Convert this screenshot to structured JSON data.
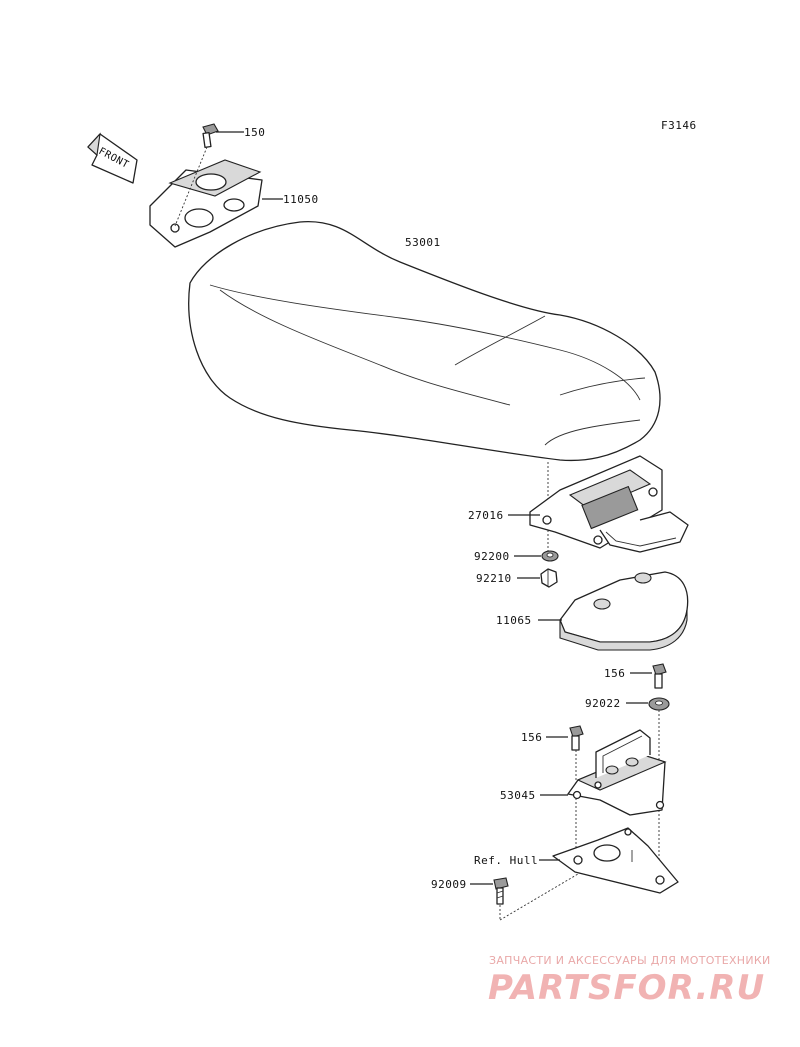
{
  "figure_code": "F3146",
  "front_label": "FRONT",
  "parts": [
    {
      "id": "150"
    },
    {
      "id": "11050"
    },
    {
      "id": "53001"
    },
    {
      "id": "27016"
    },
    {
      "id": "92200"
    },
    {
      "id": "92210"
    },
    {
      "id": "11065"
    },
    {
      "id": "156",
      "instance": "upper"
    },
    {
      "id": "92022"
    },
    {
      "id": "156",
      "instance": "lower"
    },
    {
      "id": "53045"
    },
    {
      "id": "Ref. Hull"
    },
    {
      "id": "92009"
    }
  ],
  "watermark": {
    "caption": "ЗАПЧАСТИ И АКСЕССУАРЫ ДЛЯ МОТОТЕХНИКИ",
    "logo": "PARTSFOR.RU"
  }
}
